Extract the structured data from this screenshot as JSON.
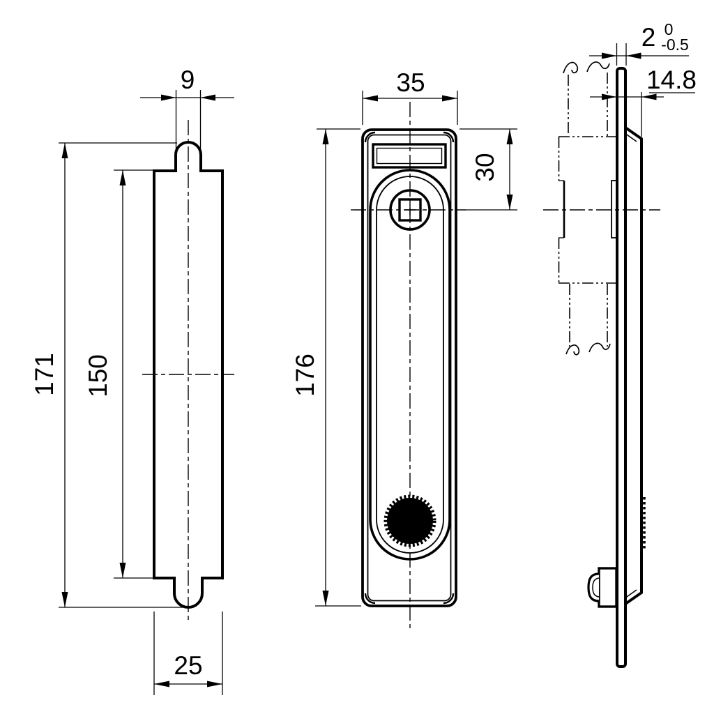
{
  "drawing": {
    "type": "technical-drawing",
    "background_color": "#ffffff",
    "line_color": "#000000",
    "views": {
      "rear_view": {
        "description": "latch bar rear view",
        "dimensions": {
          "tab_width": "9",
          "overall_length": "171",
          "body_length": "150",
          "body_width": "25"
        }
      },
      "front_view": {
        "description": "handle front view",
        "dimensions": {
          "width": "35",
          "spindle_offset": "30",
          "height": "176"
        }
      },
      "side_view": {
        "description": "side profile with door section",
        "dimensions": {
          "bar_thickness": "2",
          "bar_thickness_tol_upper": "0",
          "bar_thickness_tol_lower": "-0.5",
          "mounting_depth": "14.8"
        }
      }
    }
  }
}
